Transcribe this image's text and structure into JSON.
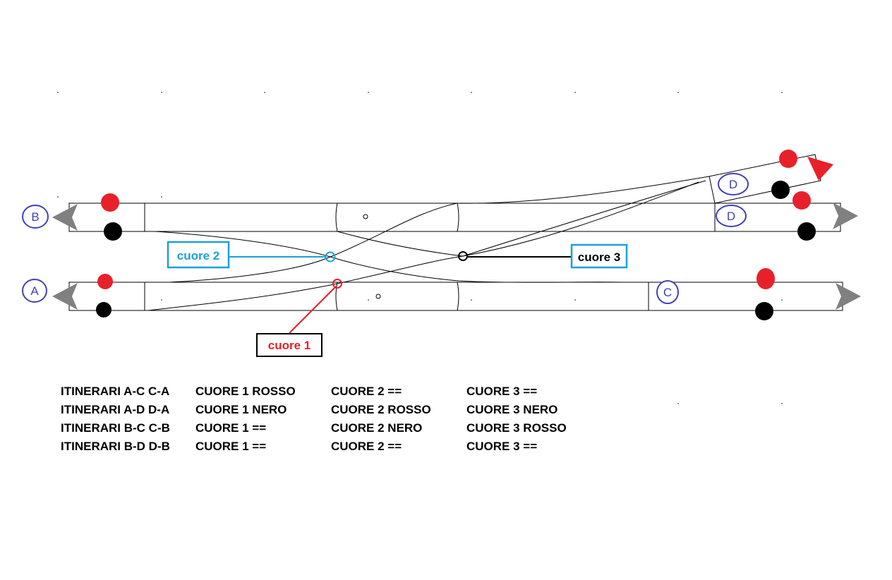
{
  "endpoints": [
    {
      "id": "a",
      "label": "A"
    },
    {
      "id": "b",
      "label": "B"
    },
    {
      "id": "c",
      "label": "C"
    },
    {
      "id": "d-upper",
      "label": "D"
    },
    {
      "id": "d-lower",
      "label": "D"
    }
  ],
  "callouts": {
    "cuore1": {
      "label": "cuore 1",
      "color": "#e8202a"
    },
    "cuore2": {
      "label": "cuore 2",
      "color": "#1aa0d8"
    },
    "cuore3": {
      "label": "cuore 3",
      "color": "#000000"
    }
  },
  "colors": {
    "endpoint": "#4040b8",
    "signal_red": "#e8202a",
    "signal_black": "#000000",
    "arrow_gray": "#808080",
    "arrow_red": "#e8202a"
  },
  "routes_table": [
    {
      "route": "ITINERARI A-C C-A",
      "cuore1": "CUORE 1 ROSSO",
      "cuore2": "CUORE 2 ==",
      "cuore3": "CUORE 3 =="
    },
    {
      "route": "ITINERARI A-D D-A",
      "cuore1": "CUORE 1 NERO",
      "cuore2": "CUORE 2 ROSSO",
      "cuore3": "CUORE 3 NERO"
    },
    {
      "route": "ITINERARI B-C C-B",
      "cuore1": "CUORE 1 ==",
      "cuore2": "CUORE 2 NERO",
      "cuore3": "CUORE 3 ROSSO"
    },
    {
      "route": "ITINERARI B-D D-B",
      "cuore1": "CUORE 1 ==",
      "cuore2": "CUORE 2 ==",
      "cuore3": "CUORE 3 =="
    }
  ]
}
